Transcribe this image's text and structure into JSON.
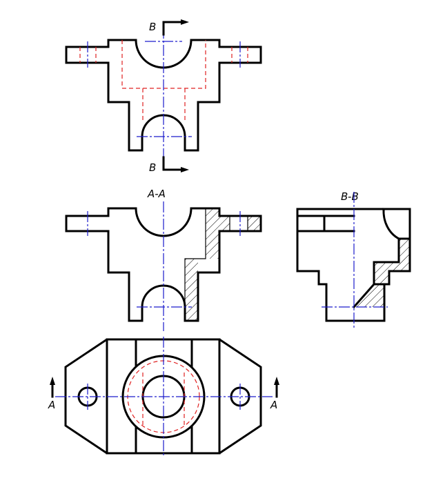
{
  "labels": {
    "cut_top": "B",
    "cut_bottom": "B",
    "section_a_title": "A-A",
    "section_b_title": "B-B",
    "cut_left": "A",
    "cut_right": "A"
  },
  "colors": {
    "outline": "#000000",
    "hidden_lines": "#e02020",
    "center_lines": "#1a1acc"
  }
}
